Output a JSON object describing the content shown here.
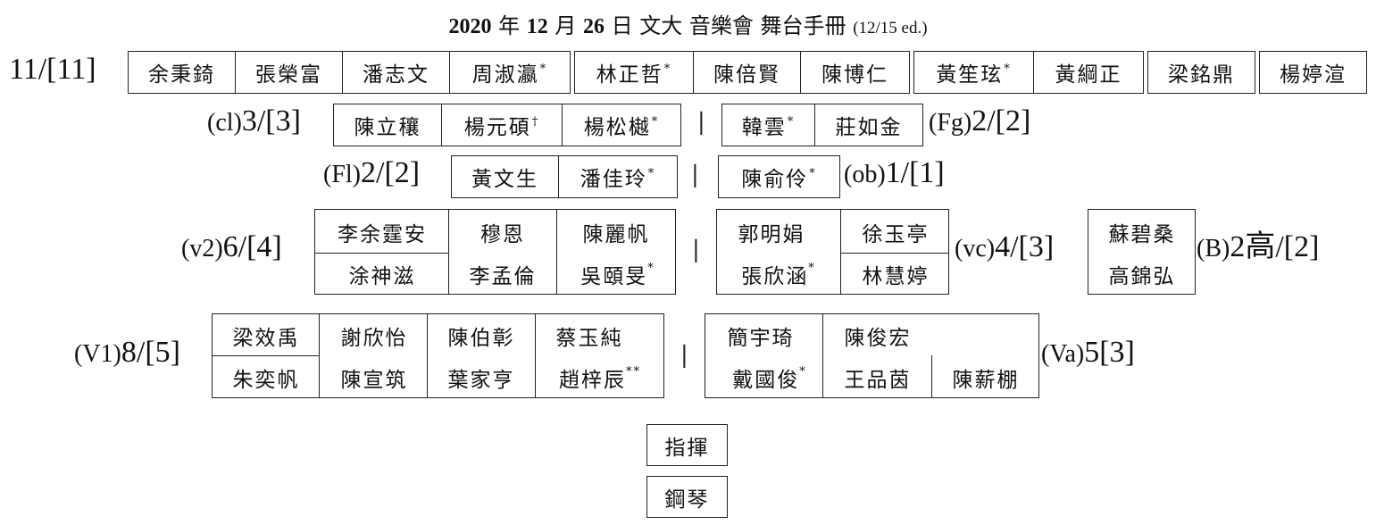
{
  "title": {
    "year": "2020",
    "year_unit": "年",
    "month": "12",
    "month_unit": "月",
    "day": "26",
    "day_unit": "日",
    "event": "文大 音樂會 舞台手冊",
    "edition": "(12/15 ed.)"
  },
  "row1": {
    "label": "11/[11]",
    "names": [
      "余秉錡",
      "張榮富",
      "潘志文",
      "周淑瀛",
      "林正哲",
      "陳倍賢",
      "陳博仁",
      "黃笙玹",
      "黃綱正",
      "梁銘鼎",
      "楊婷渲"
    ]
  },
  "cl": {
    "prefix": "(cl)",
    "count": "3/[3]",
    "names": [
      "陳立穰",
      "楊元碩",
      "楊松樾"
    ]
  },
  "fg": {
    "prefix": "(Fg)",
    "count": "2/[2]",
    "names": [
      "韓雲",
      "莊如金"
    ]
  },
  "fl": {
    "prefix": "(Fl)",
    "count": "2/[2]",
    "names": [
      "黃文生",
      "潘佳玲"
    ]
  },
  "ob": {
    "prefix": "(ob)",
    "count": "1/[1]",
    "names": [
      "陳俞伶"
    ]
  },
  "v2": {
    "prefix": "(v2)",
    "count": "6/[4]",
    "top": [
      "李余霆安",
      "穆恩",
      "陳麗帆"
    ],
    "bottom": [
      "涂神滋",
      "李孟倫",
      "吳頤旻"
    ]
  },
  "vc": {
    "prefix": "(vc)",
    "count": "4/[3]",
    "top": [
      "郭明娟",
      "徐玉亭"
    ],
    "bottom": [
      "張欣涵",
      "林慧婷"
    ]
  },
  "b": {
    "prefix": "(B)",
    "count": "2高/[2]",
    "names": [
      "蘇碧桑",
      "高錦弘"
    ]
  },
  "v1": {
    "prefix": "(V1)",
    "count": "8/[5]",
    "top": [
      "梁效禹",
      "謝欣怡",
      "陳伯彰",
      "蔡玉純"
    ],
    "bottom": [
      "朱奕帆",
      "陳宣筑",
      "葉家亨",
      "趙梓辰"
    ]
  },
  "va": {
    "prefix": "(Va)",
    "count": "5[3]",
    "top": [
      "簡宇琦",
      "陳俊宏"
    ],
    "bottom": [
      "戴國俊",
      "王品茵",
      "陳薪棚"
    ]
  },
  "marks": {
    "asterisk": "*",
    "double_asterisk": "**",
    "dagger": "†",
    "divider": "|"
  },
  "conductor": "指揮",
  "piano": "鋼琴",
  "colors": {
    "line": "#222222",
    "text": "#111111",
    "background": "#ffffff"
  }
}
